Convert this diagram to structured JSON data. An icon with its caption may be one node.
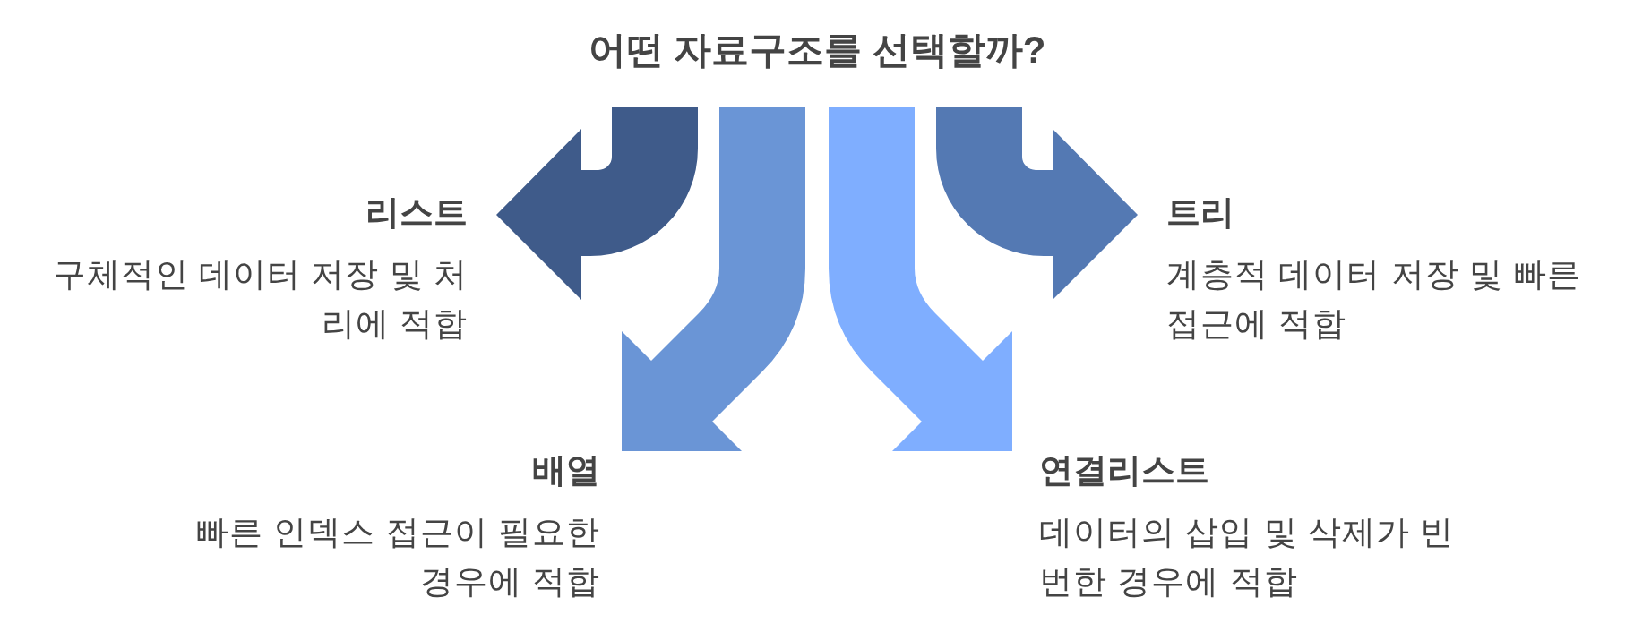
{
  "diagram": {
    "title": "어떤 자료구조를 선택할까?",
    "nodes": [
      {
        "text": [
          "리스트",
          "구체적인 데이터 저장 및 처리에 적합"
        ]
      },
      {
        "text": [
          "트리",
          "계층적 데이터 저장 및 빠른 접근에 적합"
        ]
      },
      {
        "text": [
          "배열",
          "빠른 인덱스 접근이 필요한 경우에 적합"
        ]
      },
      {
        "text": [
          "연결리스트",
          "데이터의 삽입 및 삭제가 빈번한 경우에 적합"
        ]
      }
    ],
    "edges": [
      {
        "from": null,
        "to": 0,
        "arrow": "to",
        "color": "#3f5b8a"
      },
      {
        "from": null,
        "to": 2,
        "arrow": "to",
        "color": "#6a95d6"
      },
      {
        "from": null,
        "to": 3,
        "arrow": "to",
        "color": "#7faeff"
      },
      {
        "from": null,
        "to": 1,
        "arrow": "to",
        "color": "#5479b3"
      }
    ]
  }
}
